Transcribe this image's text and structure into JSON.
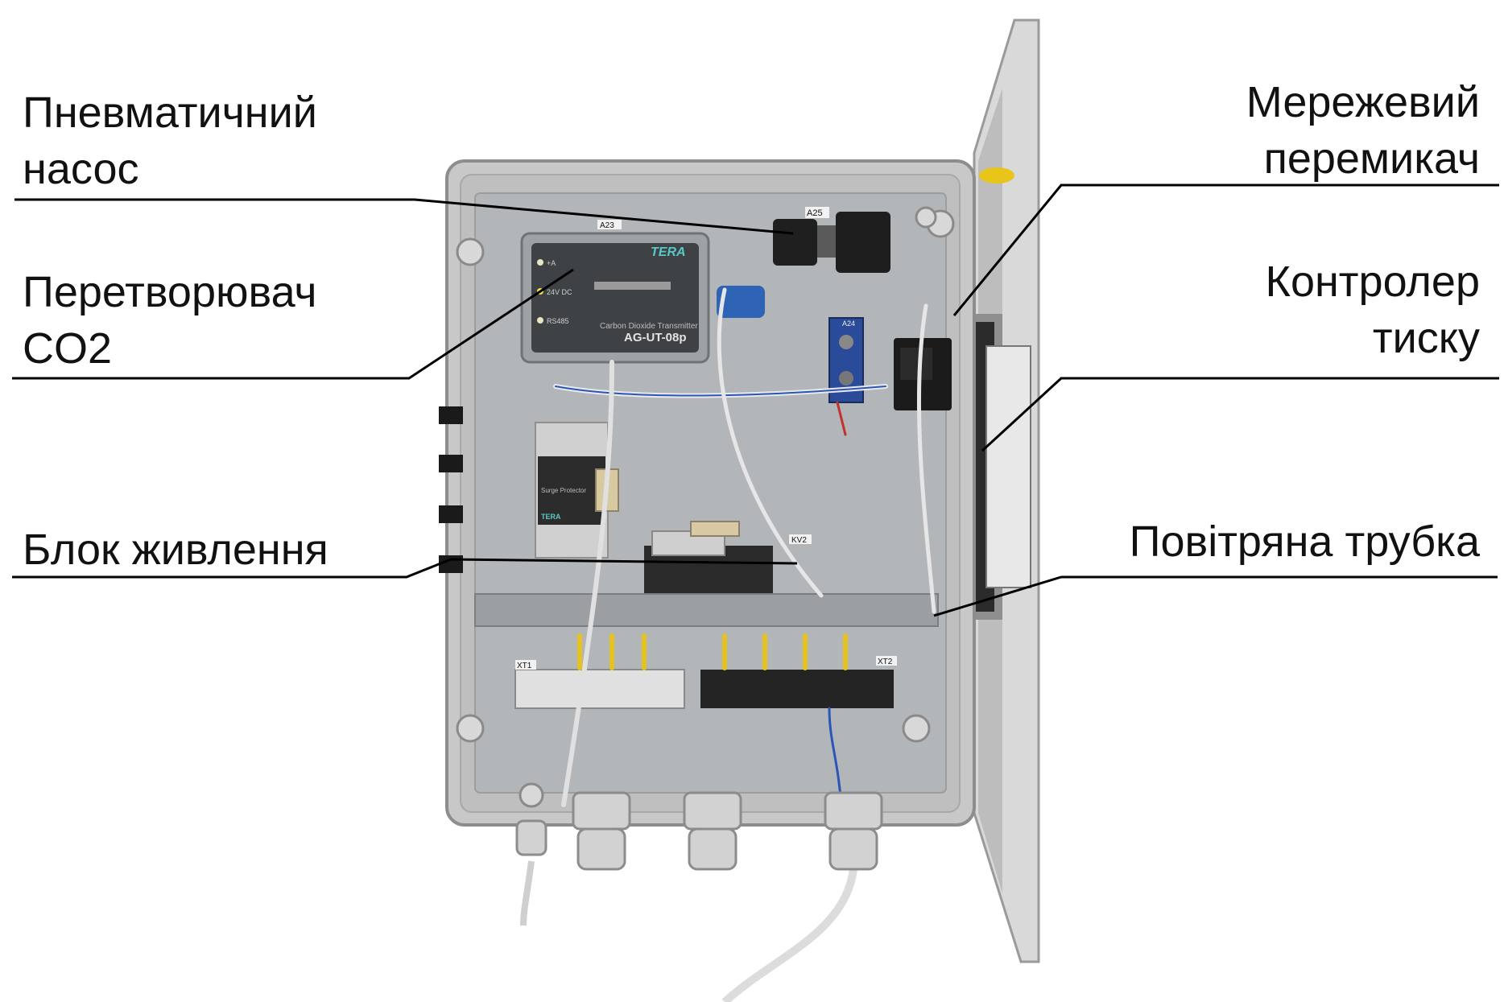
{
  "labels": {
    "pump_line1": "Пневматичний",
    "pump_line2": "насос",
    "co2_line1": "Перетворювач",
    "co2_line2": "CO2",
    "psu": "Блок живлення",
    "switch_line1": "Мережевий",
    "switch_line2": "перемикач",
    "pressure_line1": "Контролер",
    "pressure_line2": "тиску",
    "tube": "Повітряна трубка"
  },
  "device_text": {
    "tag_a23": "A23",
    "tag_a25": "A25",
    "tag_a24": "A24",
    "tag_kv2": "KV2",
    "tag_xt1": "XT1",
    "tag_xt2": "XT2",
    "brand": "TERA",
    "transmitter_caption": "Carbon Dioxide Transmitter",
    "transmitter_model": "AG-UT-08p",
    "led_1": "+A",
    "led_2": "24V DC",
    "led_3": "RS485",
    "surge_title": "Surge Protector",
    "surge_brand": "TERA"
  },
  "colors": {
    "enclosure": "#c9c9c9",
    "panel": "#b4b7b9",
    "door": "#d6d6d6",
    "leader": "#000000",
    "wire_yellow": "#e5c21f",
    "wire_blue": "#2a56b8",
    "wire_red": "#c0322b"
  }
}
